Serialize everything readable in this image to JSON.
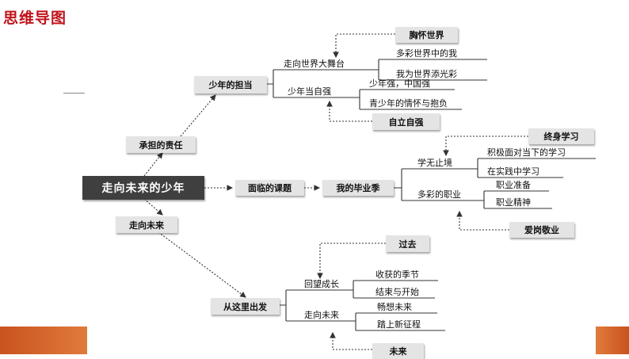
{
  "title": "思维导图",
  "root": "走向未来的少年",
  "branches": {
    "chengdan": "承担的责任",
    "shaonian_dandang": "少年的担当",
    "zouxiang_shijie": "走向世界大舞台",
    "duocai_shijie": "多彩世界中的我",
    "wei_shijie": "我为世界添光彩",
    "xiongHuai": "胸怀世界",
    "shaonian_dangziqiang": "少年当自强",
    "shaonian_qiang": "少年强，中国强",
    "qingshaonian": "青少年的情怀与抱负",
    "zili_ziqiang": "自立自强",
    "mianlin": "面临的课题",
    "biyeji": "我的毕业季",
    "xuewu": "学无止境",
    "zhongshen": "终身学习",
    "jiji": "积极面对当下的学习",
    "shijian": "在实践中学习",
    "duocai_zhiye": "多彩的职业",
    "zhiye_zhunbei": "职业准备",
    "zhiye_jingshen": "职业精神",
    "aigang": "爱岗敬业",
    "zouxiang_weilai": "走向未来",
    "cong_zheli": "从这里出发",
    "huiwang": "回望成长",
    "guoqu": "过去",
    "shouhuo": "收获的季节",
    "jieshu": "结束与开始",
    "zouxiang_weilai2": "走向未来",
    "changxiang": "畅想未来",
    "tashang": "踏上新征程",
    "weilai": "未来"
  }
}
